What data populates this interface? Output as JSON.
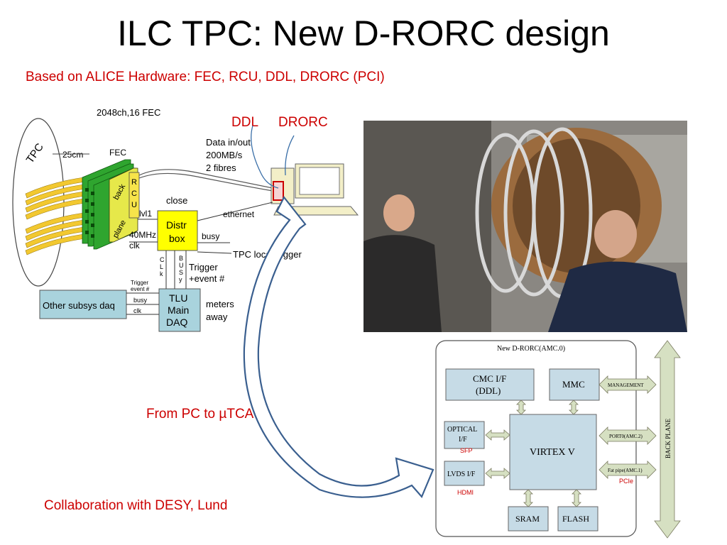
{
  "slide": {
    "title": "ILC TPC: New D-RORC design",
    "subtitle": "Based on ALICE Hardware: FEC, RCU, DDL, DRORC (PCI)",
    "label_ddl": "DDL",
    "label_drorc": "DRORC",
    "label_pc_to_utca": "From PC to µTCA",
    "label_collaboration": "Collaboration with DESY, Lund"
  },
  "daq_diagram": {
    "tpc": "TPC",
    "channels": "2048ch,16 FEC",
    "dist": "25cm",
    "fec": "FEC",
    "back": "back",
    "plane": "plane",
    "rcu_letters": [
      "R",
      "C",
      "U"
    ],
    "data_inout": [
      "Data in/out",
      "200MB/s",
      "2 fibres"
    ],
    "close": "close",
    "lvl1": "lvl1",
    "ethernet": "ethernet",
    "distr_box": [
      "Distr",
      "box"
    ],
    "busy": "busy",
    "tpc_local_trigger": "TPC local trigger",
    "clk_40mhz": [
      "40MHz",
      "clk"
    ],
    "clk_vertical": [
      "C",
      "L",
      "k"
    ],
    "bus_vertical": [
      "B",
      "U",
      "S",
      "y"
    ],
    "trigger_event": [
      "Trigger",
      "+event #"
    ],
    "trigger_small": [
      "Trigger",
      "event #"
    ],
    "busy_small": "busy",
    "clk_small": "clk",
    "other_subsys": "Other subsys daq",
    "tlu": [
      "TLU",
      "Main",
      "DAQ"
    ],
    "meters_away": [
      "meters",
      "away"
    ]
  },
  "board_diagram": {
    "title": "New D-RORC(AMC.0)",
    "cmc": [
      "CMC I/F",
      "(DDL)"
    ],
    "mmc": "MMC",
    "optical": [
      "OPTICAL",
      "I/F"
    ],
    "sfp": "SFP",
    "lvds": "LVDS I/F",
    "hdmi": "HDMI",
    "virtex": "VIRTEX V",
    "sram": "SRAM",
    "flash": "FLASH",
    "management": "MANAGEMENT",
    "port0": "PORT0(AMC.2)",
    "fatpipe": "Fat pipe(AMC.1)",
    "pcie": "PCIe",
    "backplane": "BACK PLANE"
  },
  "colors": {
    "red": "#cc0000",
    "fec_green": "#2fa52f",
    "cable_yellow": "#f2c830",
    "distr_yellow": "#ffff00",
    "box_blue": "#a9d3dd",
    "arrow_blue": "#3a5f8f",
    "board_block": "#c6dbe6",
    "connector": "#d6e0c2"
  }
}
